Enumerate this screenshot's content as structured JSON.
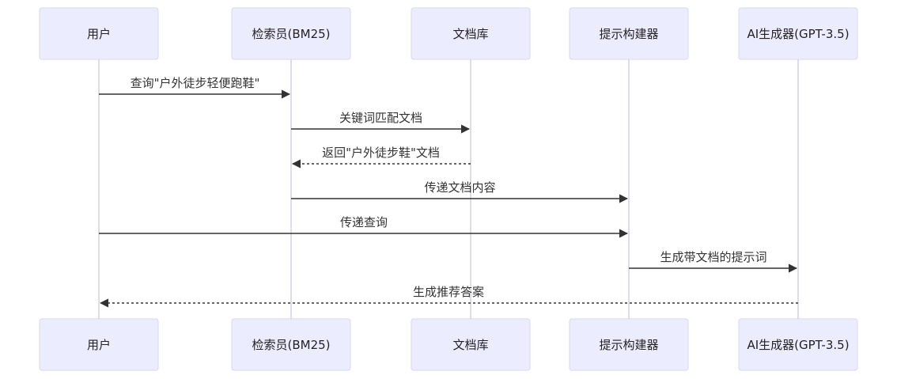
{
  "diagram": {
    "type": "sequence",
    "participants": [
      {
        "id": "user",
        "label": "用户"
      },
      {
        "id": "retriever",
        "label": "检索员(BM25)"
      },
      {
        "id": "docstore",
        "label": "文档库"
      },
      {
        "id": "prompt",
        "label": "提示构建器"
      },
      {
        "id": "generator",
        "label": "AI生成器(GPT-3.5)"
      }
    ],
    "messages": [
      {
        "from": "user",
        "to": "retriever",
        "text": "查询\"户外徒步轻便跑鞋\"",
        "style": "solid"
      },
      {
        "from": "retriever",
        "to": "docstore",
        "text": "关键词匹配文档",
        "style": "solid"
      },
      {
        "from": "docstore",
        "to": "retriever",
        "text": "返回\"户外徒步鞋\"文档",
        "style": "dashed"
      },
      {
        "from": "retriever",
        "to": "prompt",
        "text": "传递文档内容",
        "style": "solid"
      },
      {
        "from": "user",
        "to": "prompt",
        "text": "传递查询",
        "style": "solid"
      },
      {
        "from": "prompt",
        "to": "generator",
        "text": "生成带文档的提示词",
        "style": "solid"
      },
      {
        "from": "generator",
        "to": "user",
        "text": "生成推荐答案",
        "style": "dashed"
      }
    ]
  },
  "colors": {
    "actor_fill": "#ececff",
    "actor_border": "#d7d7f0",
    "lifeline": "#d0d0e6",
    "arrow": "#333333"
  }
}
